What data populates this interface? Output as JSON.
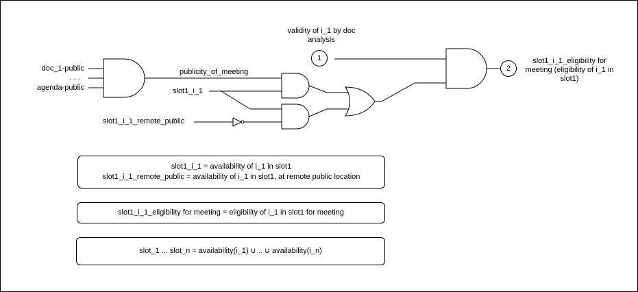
{
  "inputs": {
    "doc_public": "doc_1-public",
    "ellipsis": ". . .",
    "agenda_public": "agenda-public",
    "publicity": "publicity_of_meeting",
    "slot_availability": "slot1_i_1",
    "remote_public": "slot1_i_1_remote_public"
  },
  "validity": {
    "label": "validity of i_1 by doc analysis",
    "marker": "1"
  },
  "output": {
    "marker": "2",
    "label": "slot1_i_1_eligibility for meeting (eligibility of i_1 in slot1)"
  },
  "legend": {
    "line1": "slot1_i_1 = availability of i_1 in slot1",
    "line2": "slot1_i_1_remote_public = availability of i_1 in slot1, at remote public location",
    "line3": "slot1_i_1_eligibility for meeting = eligibility of i_1 in slot1 for meeting",
    "line4": "slot_1 ... slot_n = availability(i_1) ∪ .. ∪ availability(i_n)"
  },
  "colors": {
    "stroke": "#000000",
    "background": "#ffffff"
  }
}
